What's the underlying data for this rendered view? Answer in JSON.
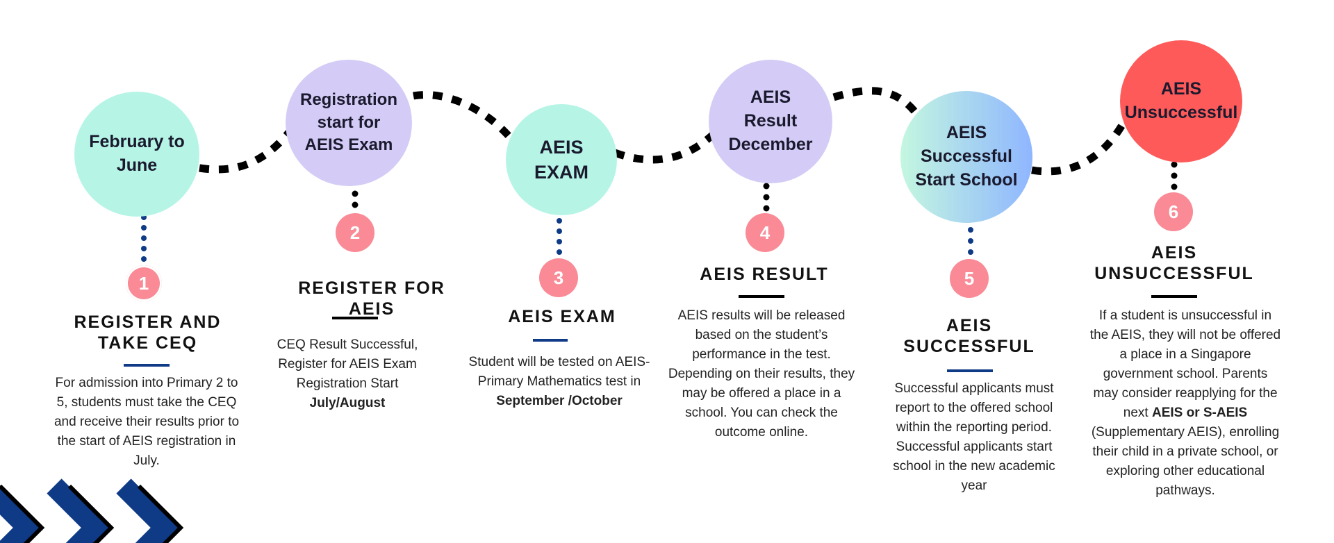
{
  "steps": [
    {
      "circle_lines": [
        "February to",
        "June"
      ],
      "number": "1",
      "title": "REGISTER AND TAKE CEQ",
      "desc": [
        {
          "t": "For admission into Primary 2 to 5, students must take the CEQ and receive their results prior to the start of AEIS registration in July.",
          "b": false
        }
      ]
    },
    {
      "circle_lines": [
        "Registration",
        "start for",
        "AEIS Exam"
      ],
      "number": "2",
      "title": "REGISTER FOR AEIS",
      "desc": [
        {
          "t": "CEQ Result Successful, Register for AEIS Exam Registration Start ",
          "b": false
        },
        {
          "t": "July/August",
          "b": true
        }
      ]
    },
    {
      "circle_lines": [
        "AEIS",
        "EXAM"
      ],
      "number": "3",
      "title": "AEIS EXAM",
      "desc": [
        {
          "t": "Student will be tested on AEIS-Primary Mathematics test in ",
          "b": false
        },
        {
          "t": "September /October",
          "b": true
        }
      ]
    },
    {
      "circle_lines": [
        "AEIS",
        "Result",
        "December"
      ],
      "number": "4",
      "title": "AEIS RESULT",
      "desc": [
        {
          "t": "AEIS results will be released based on the student’s performance in the test. Depending on their results, they may be offered a place in a school. You can check the outcome online.",
          "b": false
        }
      ]
    },
    {
      "circle_lines": [
        "AEIS",
        "Successful",
        "Start School"
      ],
      "number": "5",
      "title": "AEIS SUCCESSFUL",
      "desc": [
        {
          "t": "Successful applicants must report to the offered school within the reporting period. Successful applicants start school in the new academic year",
          "b": false
        }
      ]
    },
    {
      "circle_lines": [
        "AEIS",
        "Unsuccessful"
      ],
      "number": "6",
      "title": "AEIS UNSUCCESSFUL",
      "desc": [
        {
          "t": "If a student is unsuccessful in the AEIS, they will not be offered a place in a Singapore government school. Parents may consider reapplying for the next ",
          "b": false
        },
        {
          "t": "AEIS or S-AEIS",
          "b": true
        },
        {
          "t": " (Supplementary AEIS), enrolling their child in a private school, or exploring other educational pathways.",
          "b": false
        }
      ]
    }
  ],
  "colors": {
    "mint": "#b6f5e6",
    "lavender": "#d4ccf6",
    "coral": "#ff5a5a",
    "badge": "#f98a96",
    "navy": "#0e3a86",
    "path": "#000000"
  }
}
